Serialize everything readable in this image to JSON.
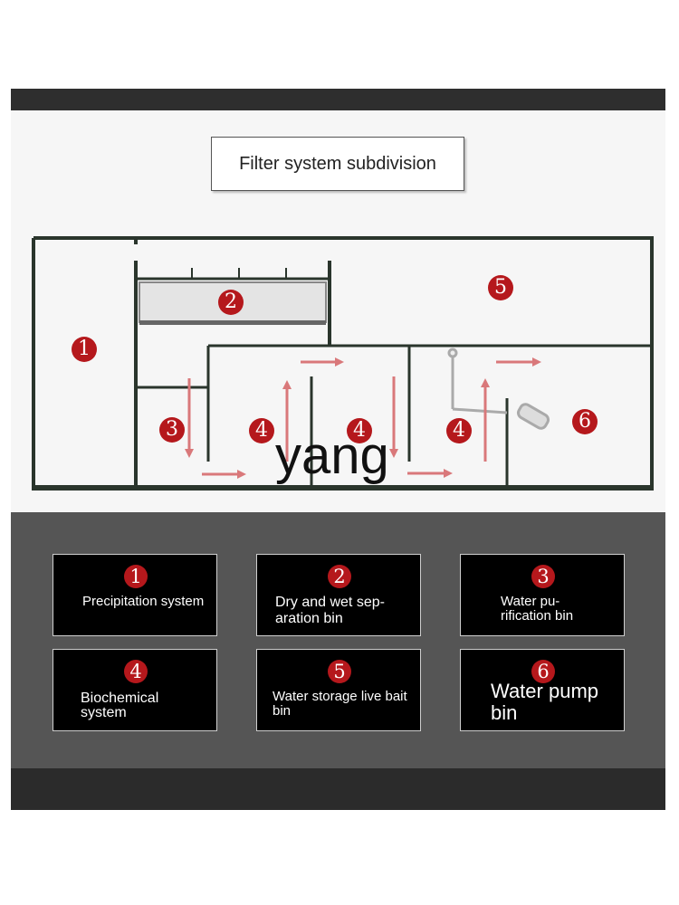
{
  "title": "Filter system subdivision",
  "watermark": "yang",
  "colors": {
    "badge": "#b5181c",
    "arrow": "#d9787a",
    "wall": "#2a352c"
  },
  "diagram_badges": [
    "1",
    "2",
    "3",
    "4",
    "4",
    "4",
    "5",
    "6"
  ],
  "legend": [
    {
      "number": "1",
      "label": "Precipitation system"
    },
    {
      "number": "2",
      "label": "Dry and wet sep-aration bin"
    },
    {
      "number": "3",
      "label": "Water pu-rification bin"
    },
    {
      "number": "4",
      "label": "Biochemical system"
    },
    {
      "number": "5",
      "label": "Water storage live bait bin"
    },
    {
      "number": "6",
      "label": "Water pump bin"
    }
  ]
}
